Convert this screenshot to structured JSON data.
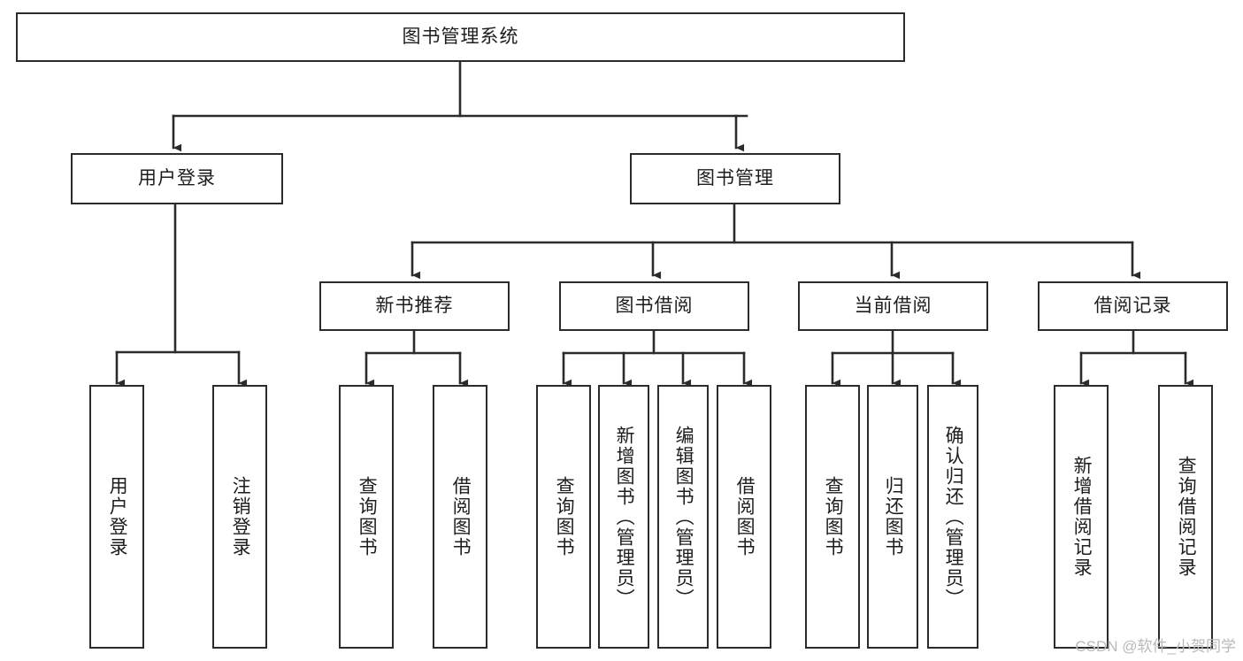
{
  "diagram": {
    "title": "图书管理系统",
    "type": "tree",
    "orientation": "top-down",
    "colors": {
      "node_border": "#2b2b2b",
      "node_fill": "#ffffff",
      "edge": "#2b2b2b",
      "text": "#1d1d1d",
      "watermark": "#b9b9b9",
      "background": "#ffffff"
    }
  },
  "watermark": {
    "text": "CSDN @软件_小贺同学"
  },
  "nodes": {
    "root": {
      "label": "图书管理系统"
    },
    "level2": [
      {
        "id": "user-login",
        "label": "用户登录"
      },
      {
        "id": "book-manage",
        "label": "图书管理"
      }
    ],
    "level3": [
      {
        "id": "new-book-recommend",
        "label": "新书推荐"
      },
      {
        "id": "book-borrow",
        "label": "图书借阅"
      },
      {
        "id": "current-borrow",
        "label": "当前借阅"
      },
      {
        "id": "borrow-record",
        "label": "借阅记录"
      }
    ],
    "leaves": [
      {
        "id": "leaf-user-login",
        "label": "用户登录",
        "parent": "user-login"
      },
      {
        "id": "leaf-logout-login",
        "label": "注销登录",
        "parent": "user-login"
      },
      {
        "id": "leaf-query-book-1",
        "label": "查询图书",
        "parent": "new-book-recommend"
      },
      {
        "id": "leaf-borrow-book-1",
        "label": "借阅图书",
        "parent": "new-book-recommend"
      },
      {
        "id": "leaf-query-book-2",
        "label": "查询图书",
        "parent": "book-borrow"
      },
      {
        "id": "leaf-add-book",
        "label": "新增图书（管理员）",
        "parent": "book-borrow"
      },
      {
        "id": "leaf-edit-book",
        "label": "编辑图书（管理员）",
        "parent": "book-borrow"
      },
      {
        "id": "leaf-borrow-book-2",
        "label": "借阅图书",
        "parent": "book-borrow"
      },
      {
        "id": "leaf-query-book-3",
        "label": "查询图书",
        "parent": "current-borrow"
      },
      {
        "id": "leaf-return-book",
        "label": "归还图书",
        "parent": "current-borrow"
      },
      {
        "id": "leaf-confirm-return",
        "label": "确认归还（管理员）",
        "parent": "current-borrow"
      },
      {
        "id": "leaf-add-record",
        "label": "新增借阅记录",
        "parent": "borrow-record"
      },
      {
        "id": "leaf-query-record",
        "label": "查询借阅记录",
        "parent": "borrow-record"
      }
    ]
  }
}
